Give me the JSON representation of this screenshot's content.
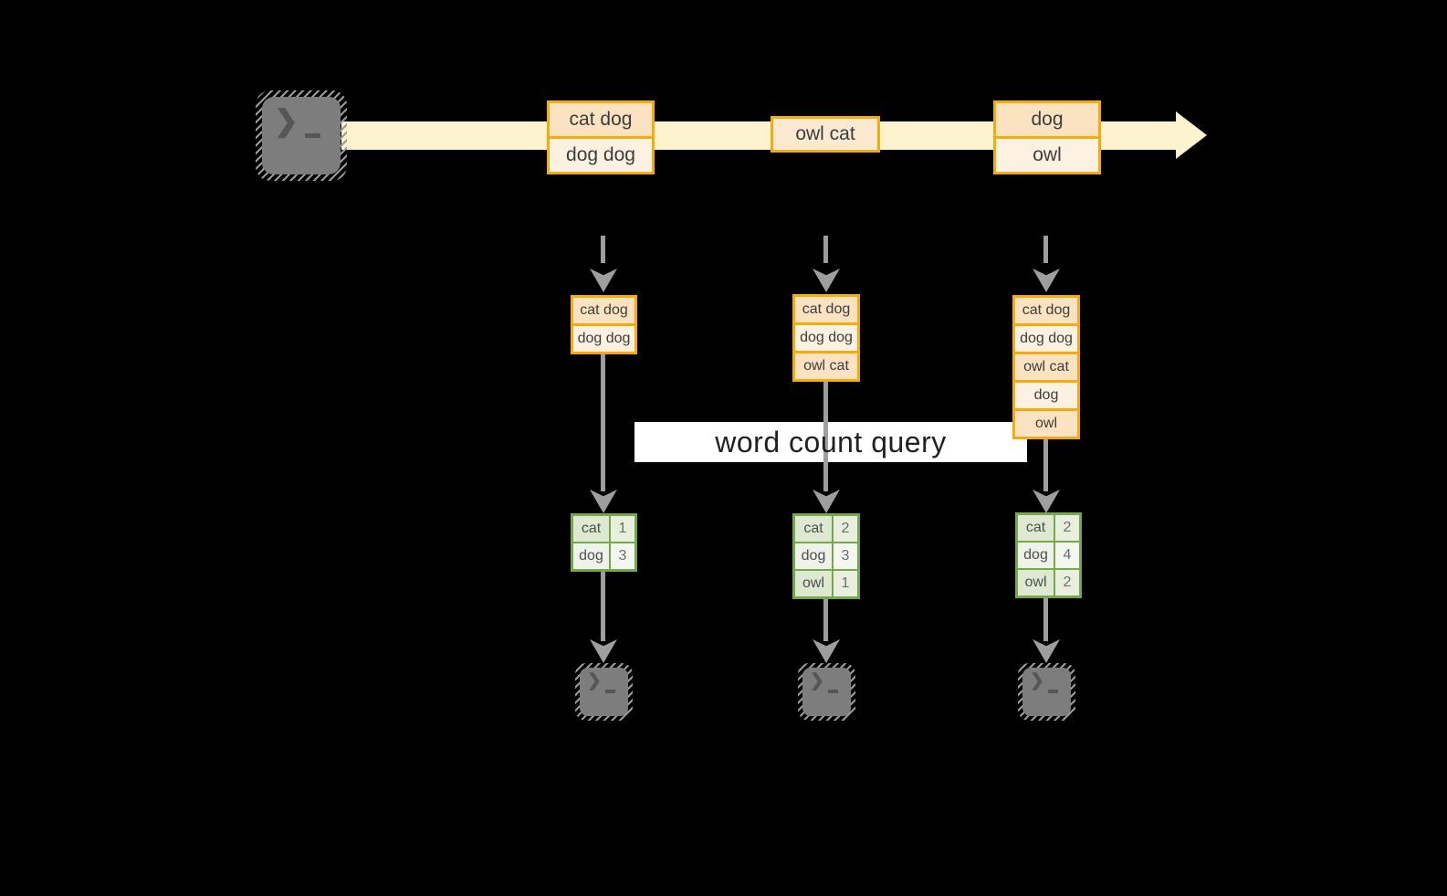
{
  "query": {
    "label": "word count query"
  },
  "icons": {
    "prompt_chevron": "❯"
  },
  "colors": {
    "background": "#000000",
    "stream_band": "#fdf3cf",
    "orange_border": "#f3ac0c",
    "peach_dark": "#fbe3c2",
    "peach_light": "#fdf1e1",
    "green_border": "#76a84b",
    "arrow_gray": "#9e9e9e",
    "terminal_gray": "#7d7d7d"
  },
  "stream": {
    "batches": [
      {
        "rows": [
          "cat dog",
          "dog dog"
        ]
      },
      {
        "rows": [
          "owl cat"
        ]
      },
      {
        "rows": [
          "dog",
          "owl"
        ]
      }
    ]
  },
  "columns": [
    {
      "input_rows": [
        "cat dog",
        "dog dog"
      ],
      "counts": [
        {
          "word": "cat",
          "count": "1"
        },
        {
          "word": "dog",
          "count": "3"
        }
      ]
    },
    {
      "input_rows": [
        "cat dog",
        "dog dog",
        "owl cat"
      ],
      "counts": [
        {
          "word": "cat",
          "count": "2"
        },
        {
          "word": "dog",
          "count": "3"
        },
        {
          "word": "owl",
          "count": "1"
        }
      ]
    },
    {
      "input_rows": [
        "cat dog",
        "dog dog",
        "owl cat",
        "dog",
        "owl"
      ],
      "counts": [
        {
          "word": "cat",
          "count": "2"
        },
        {
          "word": "dog",
          "count": "4"
        },
        {
          "word": "owl",
          "count": "2"
        }
      ]
    }
  ]
}
